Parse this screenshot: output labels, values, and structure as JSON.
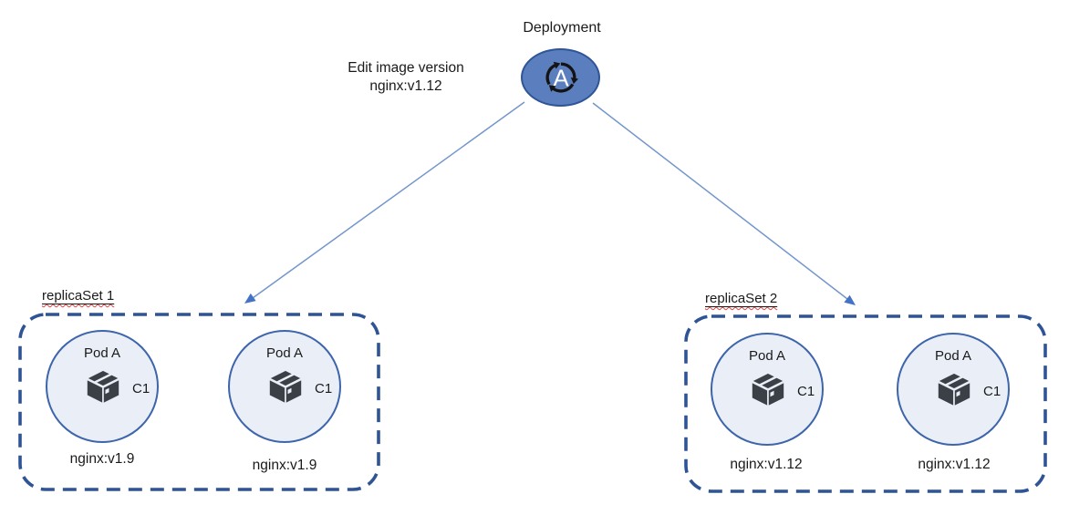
{
  "deployment": {
    "label": "Deployment",
    "icon_letter": "A",
    "note_line1": "Edit image version",
    "note_line2": "nginx:v1.12"
  },
  "replicasets": [
    {
      "label": "replicaSet 1",
      "pods": [
        {
          "name": "Pod A",
          "container": "C1",
          "image": "nginx:v1.9"
        },
        {
          "name": "Pod A",
          "container": "C1",
          "image": "nginx:v1.9"
        }
      ]
    },
    {
      "label": "replicaSet 2",
      "pods": [
        {
          "name": "Pod A",
          "container": "C1",
          "image": "nginx:v1.12"
        },
        {
          "name": "Pod A",
          "container": "C1",
          "image": "nginx:v1.12"
        }
      ]
    }
  ],
  "colors": {
    "deployment_fill": "#5b7ebe",
    "deployment_border": "#2e5597",
    "pod_fill": "#e9eef7",
    "pod_border": "#3d65aa",
    "replicaset_border": "#2f5496",
    "arrow_line": "#7396cc",
    "arrow_head": "#4472c4",
    "container_icon": "#3b4047",
    "spellcheck_underline": "#e04141",
    "text": "#1a1a1a"
  }
}
